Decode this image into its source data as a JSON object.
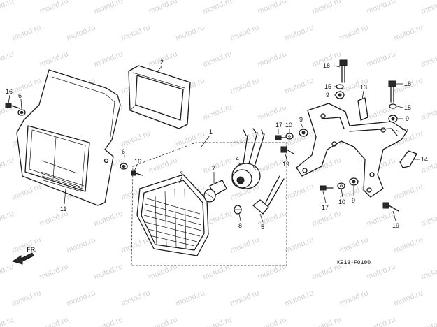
{
  "diagram": {
    "watermark": "motod.ru",
    "diagram_code": "KE13-F0100",
    "front_label": "FR.",
    "callouts": {
      "c1": "1",
      "c2": "2",
      "c3": "3",
      "c4": "4",
      "c5": "5",
      "c6a": "6",
      "c6b": "6",
      "c7": "7",
      "c8": "8",
      "c9a": "9",
      "c9b": "9",
      "c9c": "9",
      "c9d": "9",
      "c10a": "10",
      "c10b": "10",
      "c11": "11",
      "c12": "12",
      "c13": "13",
      "c14": "14",
      "c15a": "15",
      "c15b": "15",
      "c16a": "16",
      "c16b": "16",
      "c17a": "17",
      "c17b": "17",
      "c18a": "18",
      "c18b": "18",
      "c19a": "19",
      "c19b": "19"
    }
  }
}
